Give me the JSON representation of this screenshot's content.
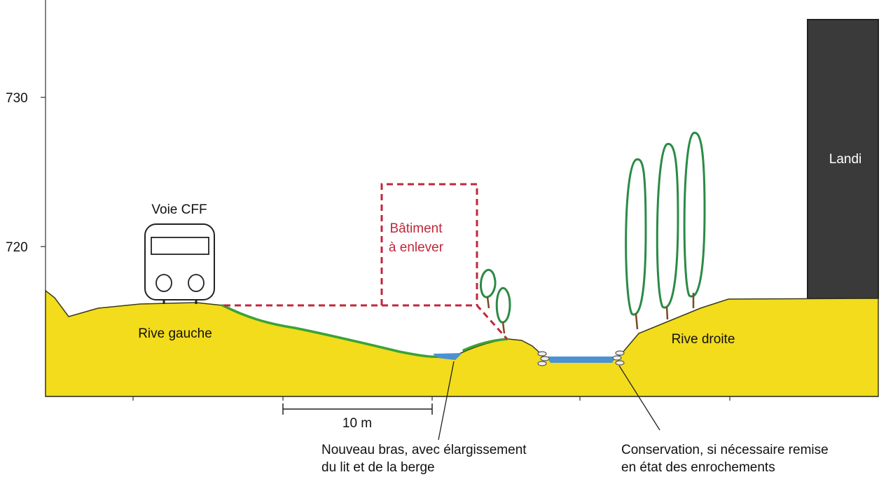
{
  "elevation_axis": {
    "ticks": [
      "730",
      "720"
    ]
  },
  "labels": {
    "railway": "Voie CFF",
    "building": [
      "Bâtiment",
      "à enlever"
    ],
    "store": "Landi",
    "left_bank": "Rive gauche",
    "right_bank": "Rive droite",
    "scale": "10 m"
  },
  "annotations": {
    "new_branch": [
      "Nouveau bras, avec élargissement",
      "du lit et de la berge"
    ],
    "riprap": [
      "Conservation, si nécessaire remise",
      "en état des enrochements"
    ]
  },
  "colors": {
    "terrain": "#f2dc1c",
    "grass": "#3aa336",
    "water": "#4a92d4",
    "building_outline": "#c0283a",
    "tree": "#2b8a46",
    "store_block": "#3a3a3a"
  }
}
